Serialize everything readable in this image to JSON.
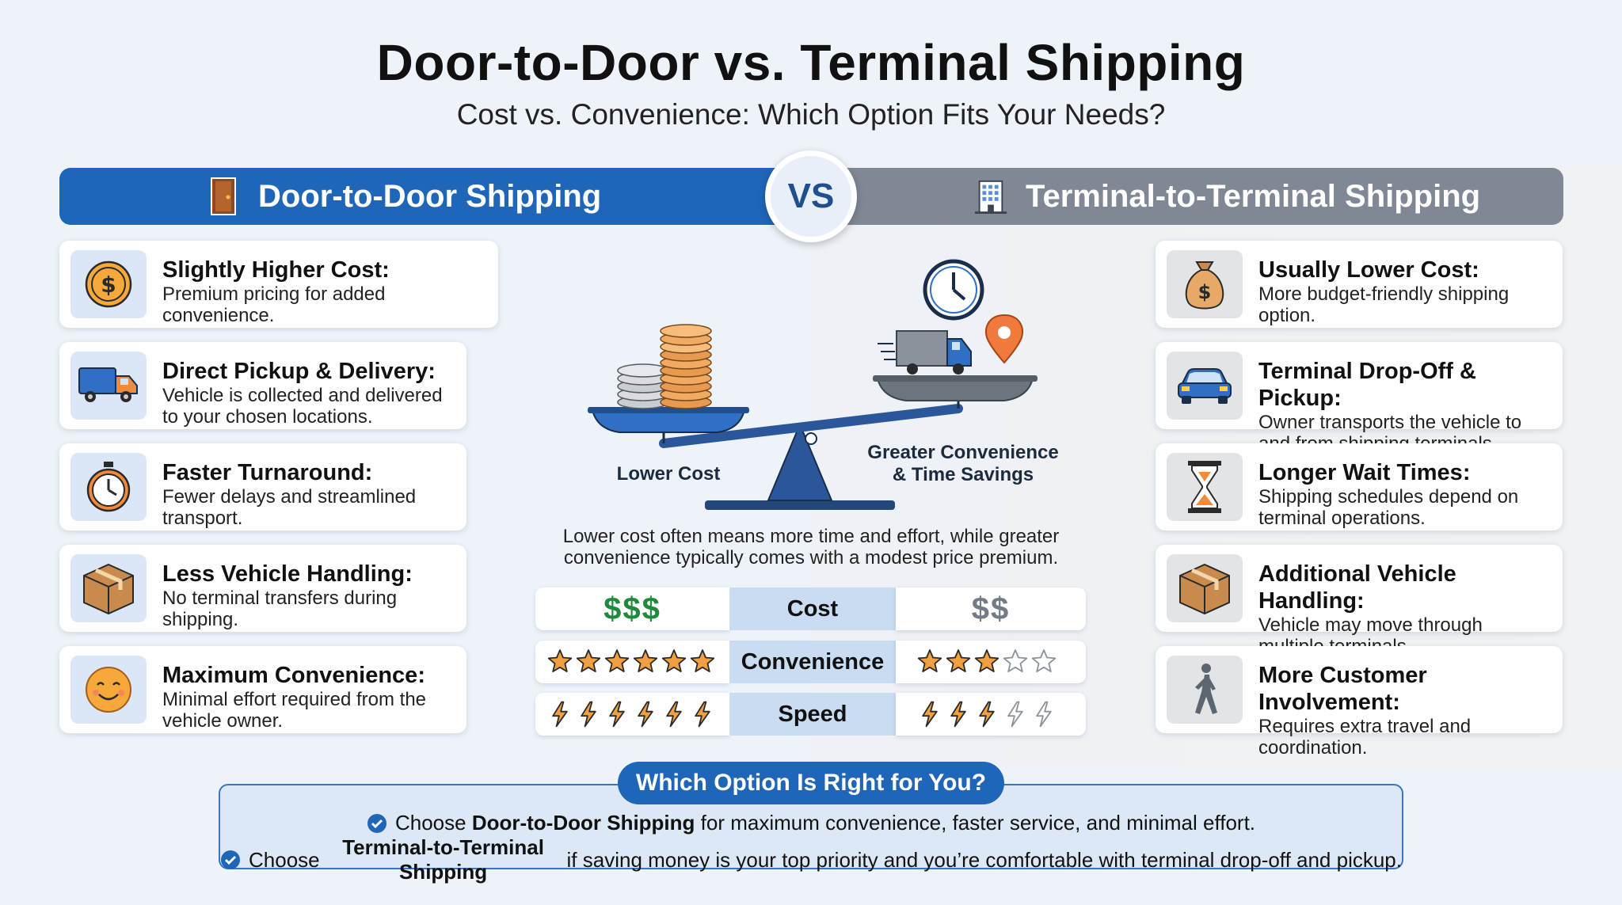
{
  "title": "Door-to-Door vs. Terminal Shipping",
  "subtitle": "Cost vs. Convenience: Which Option Fits Your Needs?",
  "banner_left": {
    "label": "Door-to-Door Shipping",
    "icon": "door-icon"
  },
  "banner_right": {
    "label": "Terminal-to-Terminal Shipping",
    "icon": "building-icon"
  },
  "vs": "VS",
  "left_cards": [
    {
      "heading": "Slightly Higher Cost:",
      "line1": "Premium pricing for added convenience.",
      "line2": "",
      "icon": "dollar-coin-icon"
    },
    {
      "heading": "Direct Pickup & Delivery:",
      "line1": "Vehicle is collected and delivered",
      "line2": "to your chosen locations.",
      "icon": "truck-icon"
    },
    {
      "heading": "Faster Turnaround:",
      "line1": "Fewer delays and streamlined",
      "line2": "transport.",
      "icon": "stopwatch-icon"
    },
    {
      "heading": "Less Vehicle Handling:",
      "line1": "No terminal transfers during",
      "line2": "shipping.",
      "icon": "box-icon"
    },
    {
      "heading": "Maximum Convenience:",
      "line1": "Minimal effort required from the",
      "line2": "vehicle owner.",
      "icon": "smiley-icon"
    }
  ],
  "right_cards": [
    {
      "heading": "Usually Lower Cost:",
      "line1": "More budget-friendly shipping option.",
      "line2": "",
      "icon": "money-bag-icon"
    },
    {
      "heading": "Terminal Drop-Off & Pickup:",
      "line1": "Owner transports the vehicle to",
      "line2": "and from shipping terminals.",
      "icon": "car-icon"
    },
    {
      "heading": "Longer Wait Times:",
      "line1": "Shipping schedules depend on",
      "line2": "terminal operations.",
      "icon": "hourglass-icon"
    },
    {
      "heading": "Additional Vehicle Handling:",
      "line1": "Vehicle may move through",
      "line2": "multiple terminals.",
      "icon": "box-icon"
    },
    {
      "heading": "More Customer Involvement:",
      "line1": "Requires extra travel and",
      "line2": "coordination.",
      "icon": "walking-person-icon"
    }
  ],
  "scale": {
    "left_label": "Lower Cost",
    "right_label_1": "Greater Convenience",
    "right_label_2": "& Time Savings"
  },
  "caption_1": "Lower cost often means more time and effort, while greater",
  "caption_2": "convenience typically comes with a modest price premium.",
  "comparison": [
    {
      "label": "Cost",
      "left": "$$$",
      "right": "$$"
    },
    {
      "label": "Convenience",
      "left_rating": 6,
      "right_rating": 3,
      "max": 6,
      "right_max": 5,
      "icon": "star-icon"
    },
    {
      "label": "Speed",
      "left_rating": 6,
      "right_rating": 3,
      "max": 6,
      "right_max": 5,
      "icon": "lightning-icon"
    }
  ],
  "summary": {
    "heading": "Which Option Is Right for You?",
    "line1_pre": "Choose ",
    "line1_bold": "Door-to-Door Shipping",
    "line1_post": " for maximum convenience, faster service, and minimal effort.",
    "line2_pre": "Choose ",
    "line2_bold": "Terminal-to-Terminal Shipping",
    "line2_post": " if saving money is your top priority and you’re comfortable with terminal drop-off and pickup."
  },
  "colors": {
    "blue": "#1f66b9",
    "gray": "#7f8894",
    "orange": "#f0a040",
    "green": "#1e8a3c"
  }
}
